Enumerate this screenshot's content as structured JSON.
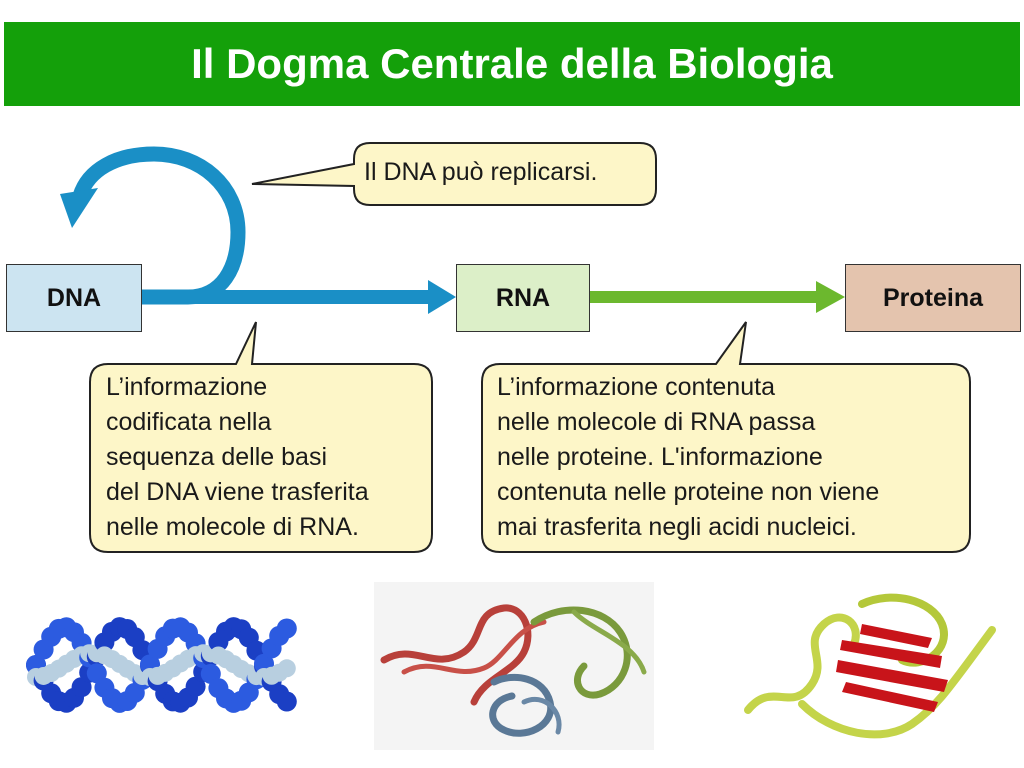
{
  "title": "Il Dogma Centrale della Biologia",
  "colors": {
    "title_bar": "#14a00a",
    "dna_arrow": "#1a8fc6",
    "rna_arrow": "#6cb82e",
    "bubble_fill": "#fdf6c8"
  },
  "nodes": {
    "dna": "DNA",
    "rna": "RNA",
    "protein": "Proteina"
  },
  "callouts": {
    "replication": "Il DNA può replicarsi.",
    "transcription": "L’informazione\ncodificata nella\nsequenza delle basi\ndel DNA viene trasferita\nnelle molecole di RNA.",
    "translation": "L’informazione contenuta\nnelle molecole di RNA passa\nnelle proteine. L'informazione\ncontenuta nelle proteine non viene\nmai trasferita negli acidi nucleici."
  },
  "images": {
    "dna_model": "dna-double-helix-spacefill",
    "rna_model": "ribosomal-rna-ribbon",
    "protein_model": "protein-ribbon-structure"
  }
}
